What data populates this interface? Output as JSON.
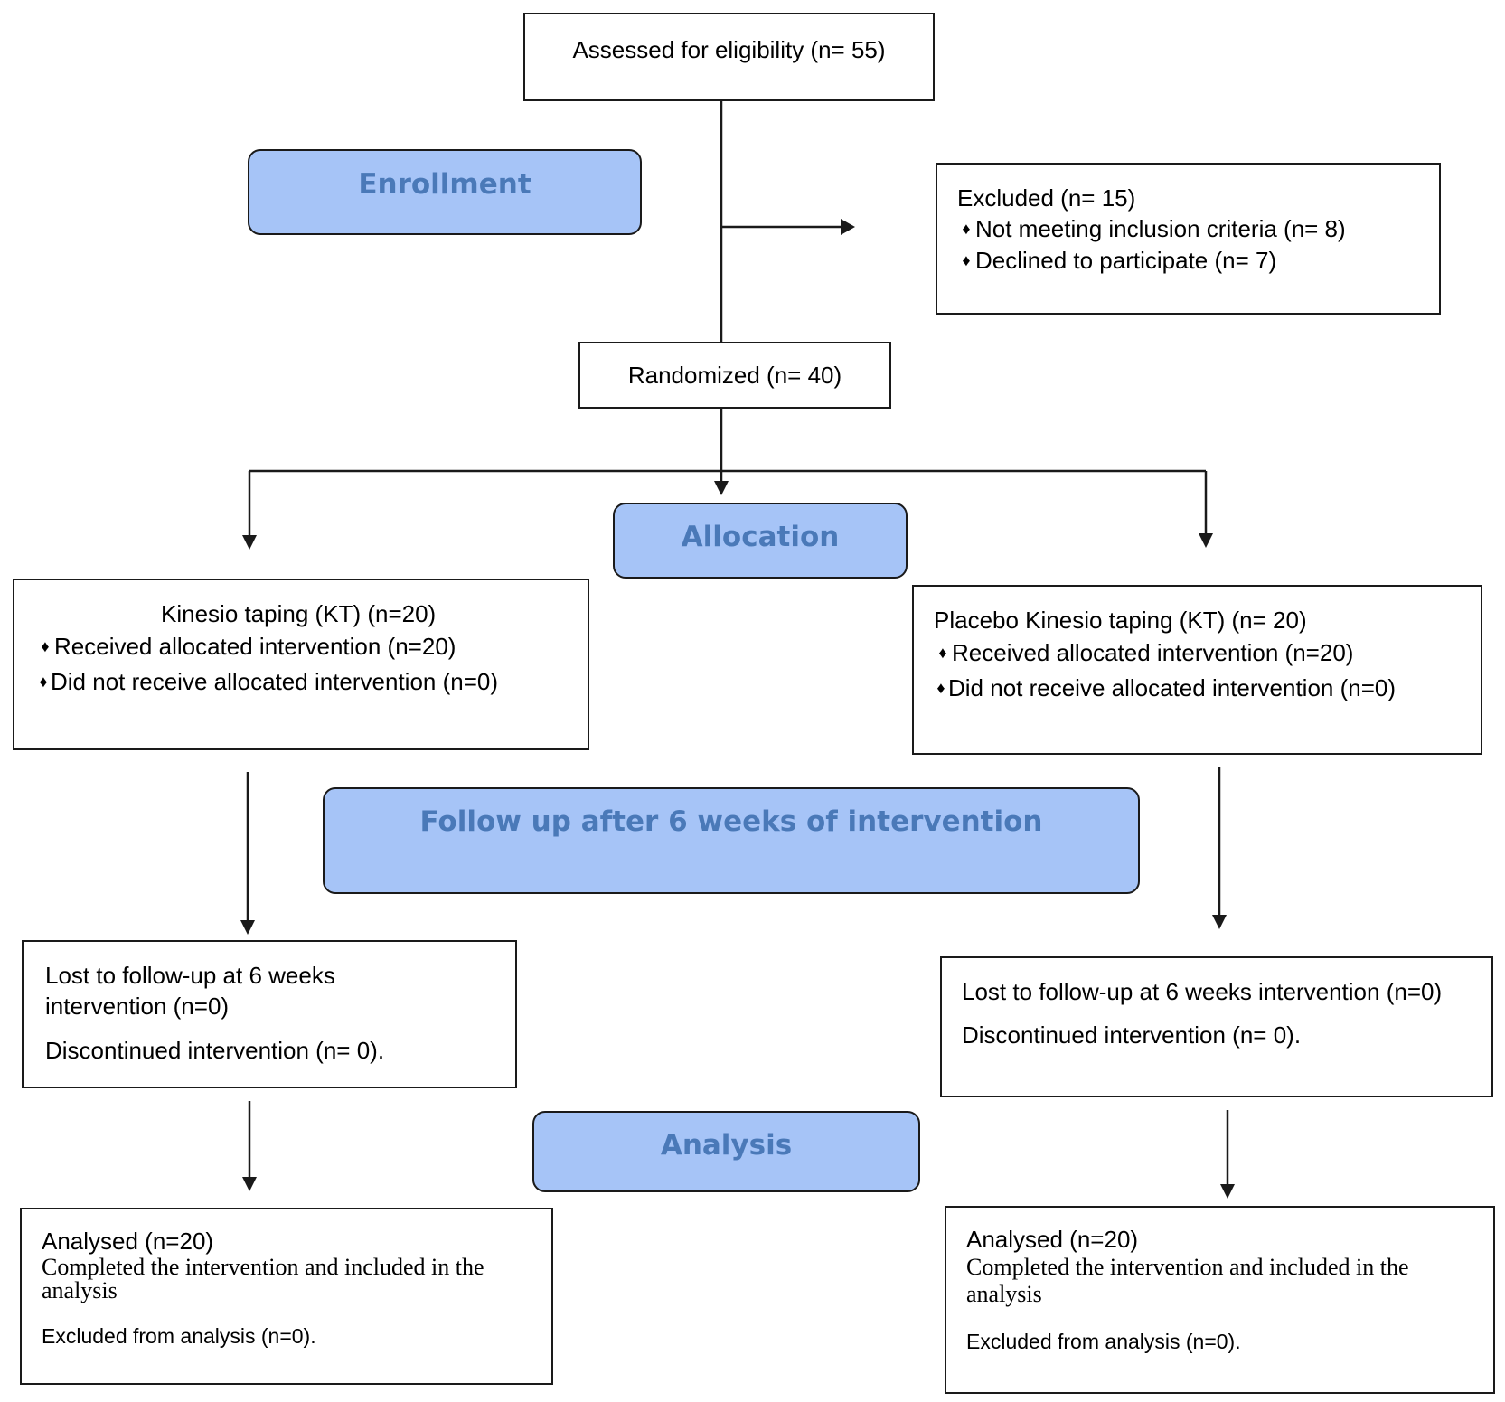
{
  "stages": {
    "enrollment": "Enrollment",
    "allocation": "Allocation",
    "follow_up": "Follow up after 6 weeks of intervention",
    "analysis": "Analysis"
  },
  "assessed": "Assessed for eligibility (n= 55)",
  "excluded": {
    "title": "Excluded (n= 15)",
    "items": [
      "Not meeting inclusion criteria (n= 8)",
      "Declined to participate (n= 7)"
    ]
  },
  "randomized": "Randomized (n= 40)",
  "kt_group": {
    "title": "Kinesio taping (KT) (n=20)",
    "received": "Received allocated intervention (n=20)",
    "not_received": "Did not receive allocated intervention (n=0)",
    "lost": "Lost to follow-up at 6 weeks intervention (n=0)",
    "discontinued": "Discontinued intervention (n= 0).",
    "analysed": "Analysed (n=20)",
    "completed": "Completed the intervention and included in the analysis",
    "excluded_analysis": "Excluded from analysis (n=0)."
  },
  "placebo_group": {
    "title": "Placebo Kinesio taping (KT) (n= 20)",
    "received": "Received allocated intervention (n=20)",
    "not_received": "Did not receive allocated intervention (n=0)",
    "lost": "Lost to follow-up at 6 weeks intervention (n=0)",
    "discontinued": "Discontinued intervention (n= 0).",
    "analysed": "Analysed (n=20)",
    "completed": "Completed the intervention and included in the analysis",
    "excluded_analysis": "Excluded from analysis (n=0)."
  },
  "bullet_symbol": "♦",
  "colors": {
    "stage_fill": "#a6c4f7",
    "stage_text": "#4a79b8",
    "line": "#1a1a1a"
  }
}
